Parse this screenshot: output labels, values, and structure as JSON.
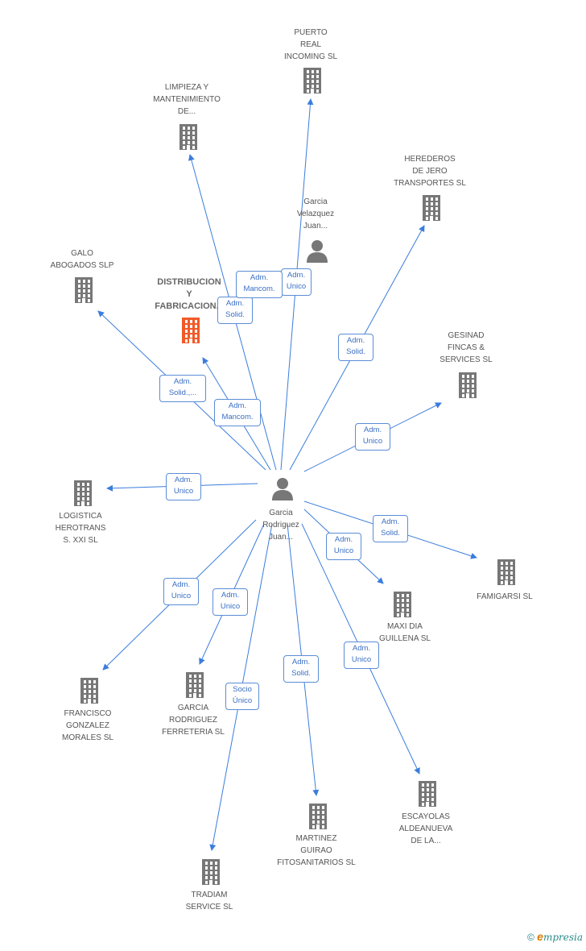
{
  "colors": {
    "edge": "#3b7ddd",
    "building": "#777777",
    "focus_building": "#f05a28",
    "person": "#777777",
    "badge_border": "#5b8dd6",
    "badge_text": "#3a6fc4"
  },
  "nodes": [
    {
      "id": "puerto",
      "type": "building",
      "label": "PUERTO\nREAL\nINCOMING SL"
    },
    {
      "id": "limpieza",
      "type": "building",
      "label": "LIMPIEZA Y\nMANTENIMIENTO\nDE..."
    },
    {
      "id": "herederos",
      "type": "building",
      "label": "HEREDEROS\nDE JERO\nTRANSPORTES SL"
    },
    {
      "id": "garcia_velazquez",
      "type": "person",
      "label": "Garcia\nVelazquez\nJuan..."
    },
    {
      "id": "galo",
      "type": "building",
      "label": "GALO\nABOGADOS SLP"
    },
    {
      "id": "distribucion",
      "type": "building_focus",
      "label": "DISTRIBUCION\nY\nFABRICACION..."
    },
    {
      "id": "gesinad",
      "type": "building",
      "label": "GESINAD\nFINCAS &\nSERVICES SL"
    },
    {
      "id": "garcia_rodriguez",
      "type": "person",
      "label": "Garcia\nRodriguez\nJuan..."
    },
    {
      "id": "logistica",
      "type": "building",
      "label": "LOGISTICA\nHEROTRANS\nS. XXI SL"
    },
    {
      "id": "famigarsi",
      "type": "building",
      "label": "FAMIGARSI SL"
    },
    {
      "id": "maxidia",
      "type": "building",
      "label": "MAXI DIA\nGUILLENA SL"
    },
    {
      "id": "francisco",
      "type": "building",
      "label": "FRANCISCO\nGONZALEZ\nMORALES SL"
    },
    {
      "id": "ferreteria",
      "type": "building",
      "label": "GARCIA\nRODRIGUEZ\nFERRETERIA SL"
    },
    {
      "id": "escayolas",
      "type": "building",
      "label": "ESCAYOLAS\nALDEANUEVA\nDE LA..."
    },
    {
      "id": "martinez",
      "type": "building",
      "label": "MARTINEZ\nGUIRAO\nFITOSANITARIOS SL"
    },
    {
      "id": "tradiam",
      "type": "building",
      "label": "TRADIAM\nSERVICE SL"
    }
  ],
  "edges": [
    {
      "from": "garcia_rodriguez",
      "to": "puerto",
      "label": "Adm.\nUnico"
    },
    {
      "from": "garcia_rodriguez",
      "to": "limpieza",
      "label": "Adm.\nSolid."
    },
    {
      "from": "garcia_rodriguez",
      "to": "herederos",
      "label": "Adm.\nSolid."
    },
    {
      "from": "garcia_rodriguez",
      "to": "galo",
      "label": "Adm.\nSolid.,..."
    },
    {
      "from": "garcia_rodriguez",
      "to": "distribucion",
      "label": "Adm.\nMancom."
    },
    {
      "from": "garcia_velazquez",
      "to": "distribucion",
      "label": "Adm.\nMancom."
    },
    {
      "from": "garcia_rodriguez",
      "to": "gesinad",
      "label": "Adm.\nUnico"
    },
    {
      "from": "garcia_rodriguez",
      "to": "logistica",
      "label": "Adm.\nUnico"
    },
    {
      "from": "garcia_rodriguez",
      "to": "famigarsi",
      "label": "Adm.\nSolid."
    },
    {
      "from": "garcia_rodriguez",
      "to": "maxidia",
      "label": "Adm.\nUnico"
    },
    {
      "from": "garcia_rodriguez",
      "to": "francisco",
      "label": "Adm.\nUnico"
    },
    {
      "from": "garcia_rodriguez",
      "to": "ferreteria",
      "label": "Adm.\nUnico"
    },
    {
      "from": "garcia_rodriguez",
      "to": "escayolas",
      "label": "Adm.\nUnico"
    },
    {
      "from": "garcia_rodriguez",
      "to": "martinez",
      "label": "Adm.\nSolid."
    },
    {
      "from": "garcia_rodriguez",
      "to": "tradiam",
      "label": "Socio\nÚnico"
    }
  ],
  "footer": {
    "copyright": "©",
    "brand_initial": "e",
    "brand_rest": "mpresia"
  }
}
